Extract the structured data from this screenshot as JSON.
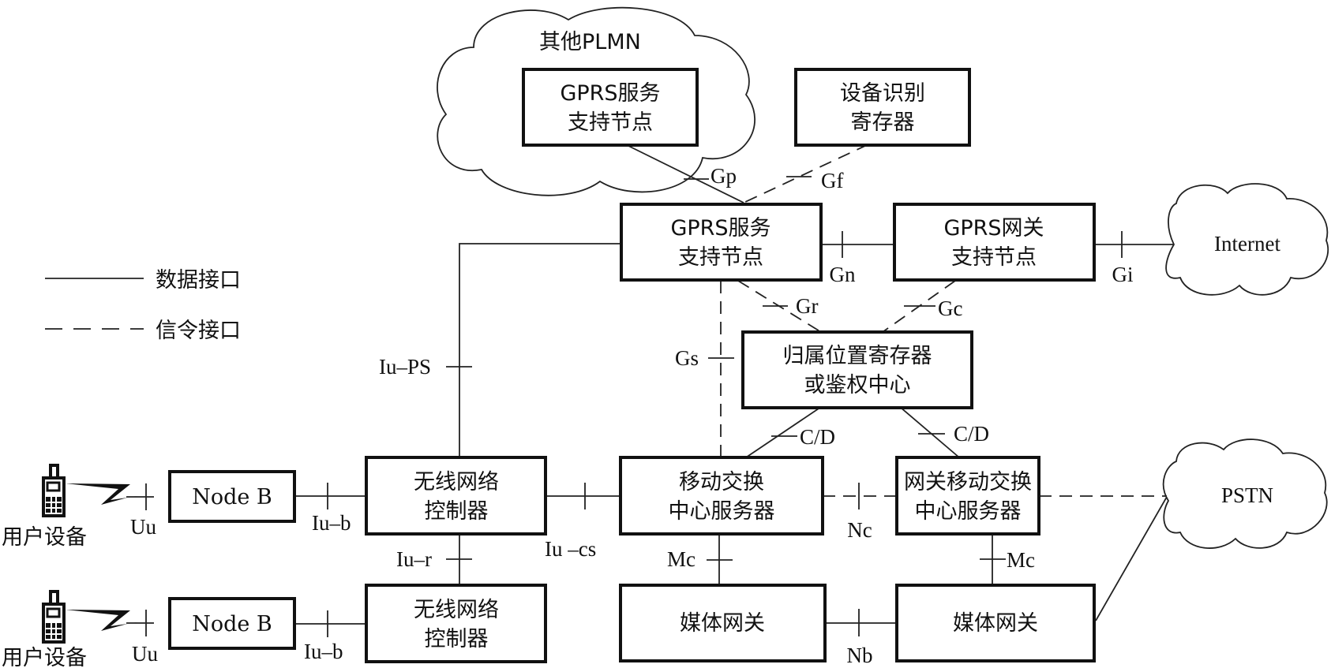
{
  "legend": {
    "data_interface": "数据接口",
    "signaling_interface": "信令接口"
  },
  "clouds": {
    "other_plmn": "其他PLMN",
    "internet": "Internet",
    "pstn": "PSTN"
  },
  "nodes": {
    "plmn_sgsn": [
      "GPRS服务",
      "支持节点"
    ],
    "eir": [
      "设备识别",
      "寄存器"
    ],
    "sgsn": [
      "GPRS服务",
      "支持节点"
    ],
    "ggsn": [
      "GPRS网关",
      "支持节点"
    ],
    "hlr": [
      "归属位置寄存器",
      "或鉴权中心"
    ],
    "rnc1": [
      "无线网络",
      "控制器"
    ],
    "rnc2": [
      "无线网络",
      "控制器"
    ],
    "msc": [
      "移动交换",
      "中心服务器"
    ],
    "gmsc": [
      "网关移动交换",
      "中心服务器"
    ],
    "nodeb1": "Node B",
    "nodeb2": "Node B",
    "mgw1": "媒体网关",
    "mgw2": "媒体网关",
    "ue1": "用户设备",
    "ue2": "用户设备"
  },
  "interfaces": {
    "gp": "Gp",
    "gf": "Gf",
    "gn": "Gn",
    "gi": "Gi",
    "gr": "Gr",
    "gc": "Gc",
    "gs": "Gs",
    "iu_ps": "Iu–PS",
    "cd_left": "C/D",
    "cd_right": "C/D",
    "uu1": "Uu",
    "uu2": "Uu",
    "iub1": "Iu–b",
    "iub2": "Iu–b",
    "iu_cs": "Iu –cs",
    "iu_r": "Iu–r",
    "nc": "Nc",
    "mc_left": "Mc",
    "mc_right": "Mc",
    "nb": "Nb"
  }
}
